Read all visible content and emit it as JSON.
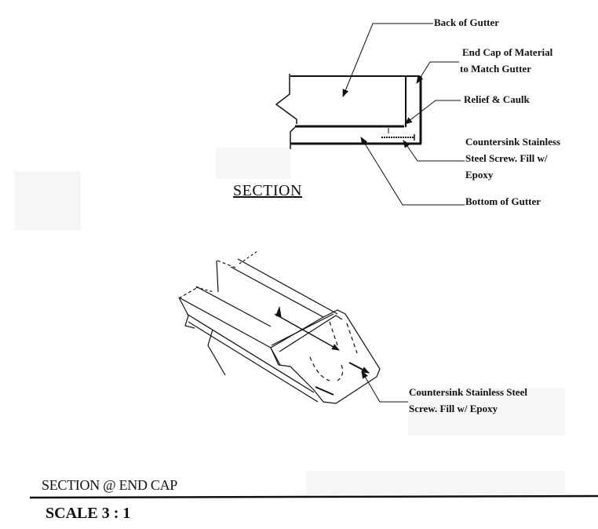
{
  "section_view": {
    "title": "SECTION",
    "callouts": {
      "back_of_gutter": "Back of Gutter",
      "end_cap_line1": "End Cap of Material",
      "end_cap_line2": "to Match Gutter",
      "relief_caulk": "Relief & Caulk",
      "screw_line1": "Countersink Stainless",
      "screw_line2": "Steel Screw.  Fill w/",
      "screw_line3": "Epoxy",
      "bottom_of_gutter": "Bottom of Gutter"
    }
  },
  "isometric_view": {
    "callouts": {
      "screw_line1": "Countersink Stainless Steel",
      "screw_line2": "Screw.  Fill w/ Epoxy"
    }
  },
  "footer": {
    "title": "SECTION @ END CAP",
    "scale": "SCALE 3 : 1"
  },
  "colors": {
    "ink": "#111111",
    "paper": "#ffffff"
  }
}
